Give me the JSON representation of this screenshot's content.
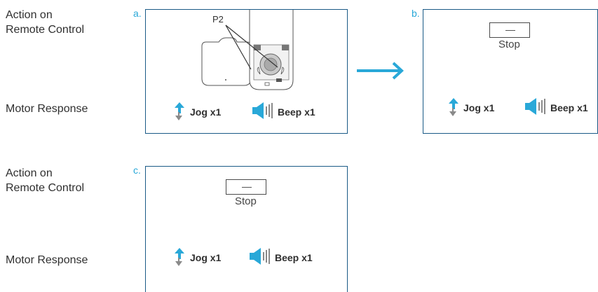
{
  "labels": {
    "action": "Action on\nRemote Control",
    "action_line1": "Action on",
    "action_line2": "Remote Control",
    "motor": "Motor Response"
  },
  "panels": [
    {
      "letter": "a.",
      "callout": "P2",
      "jog": "Jog x1",
      "beep": "Beep x1"
    },
    {
      "letter": "b.",
      "button": "—",
      "stop": "Stop",
      "jog": "Jog x1",
      "beep": "Beep x1"
    },
    {
      "letter": "c.",
      "button": "—",
      "stop": "Stop",
      "jog": "Jog x1",
      "beep": "Beep x1"
    }
  ],
  "colors": {
    "accent": "#29a8d8",
    "border": "#1a5a86",
    "text": "#2f2f2f",
    "gray": "#8a8a8a"
  },
  "icons": [
    "jog-icon",
    "beep-icon",
    "arrow-right-icon",
    "remote-control-icon"
  ]
}
